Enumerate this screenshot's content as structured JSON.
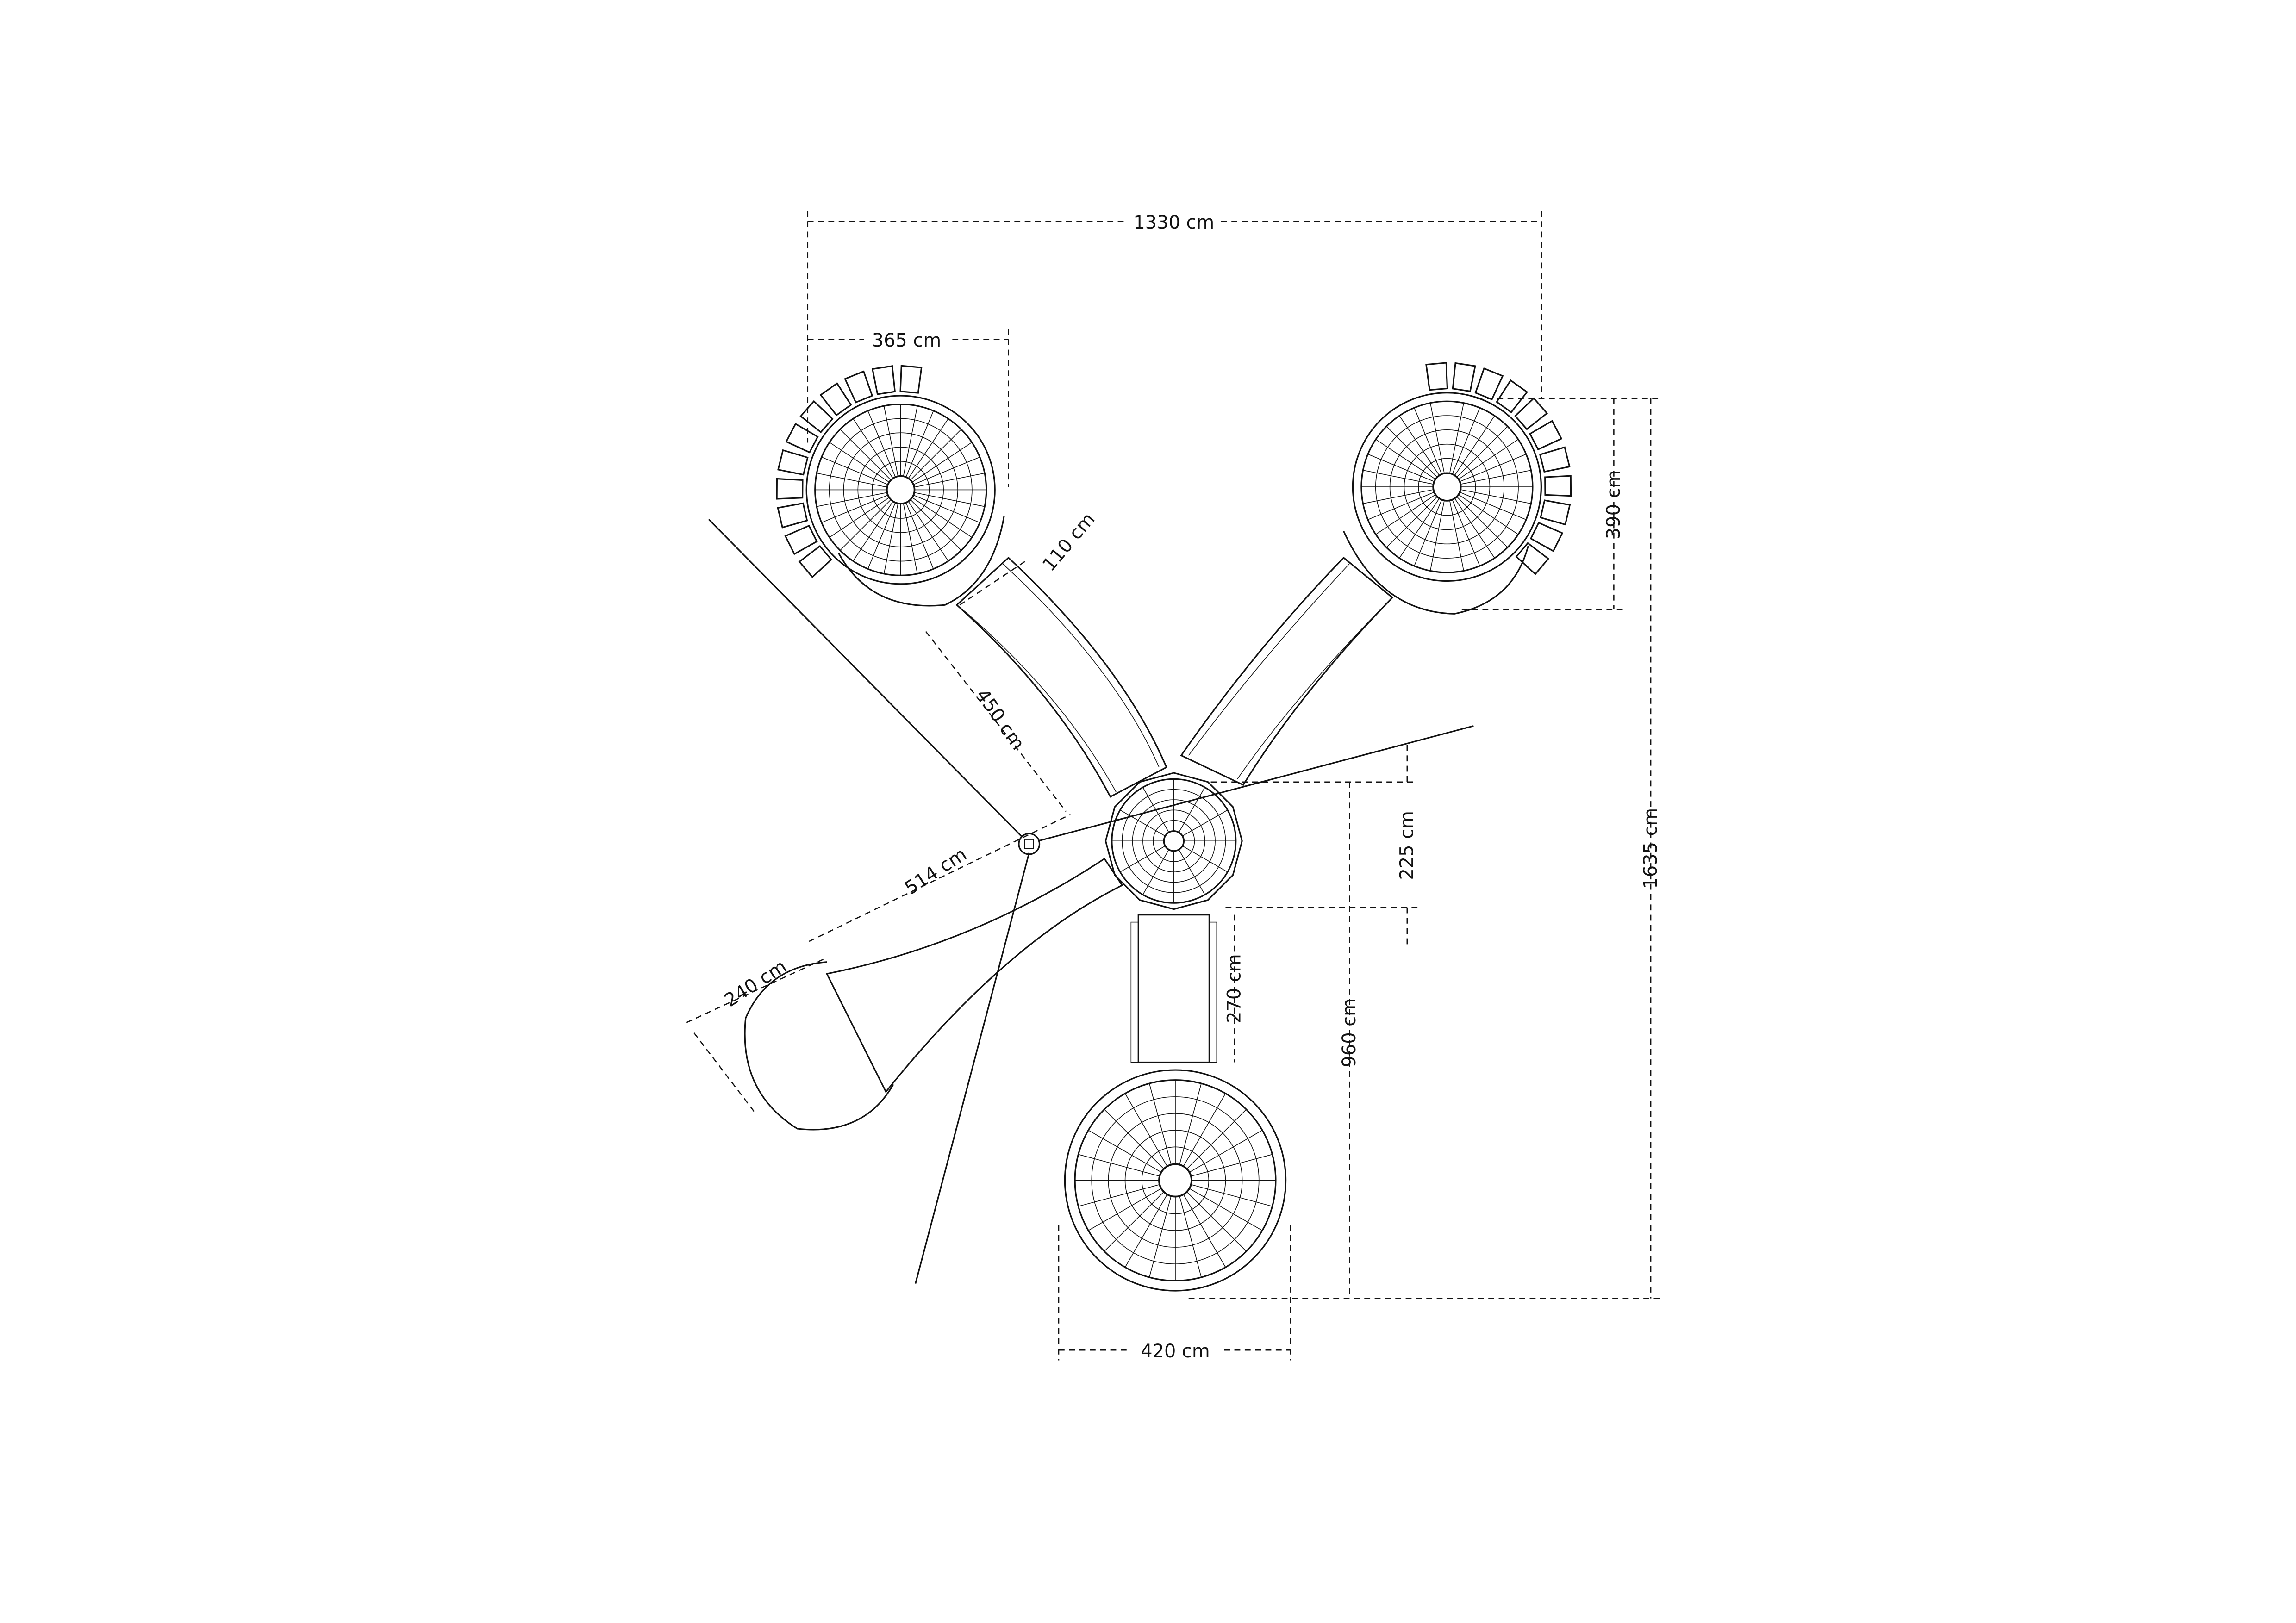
{
  "drawing": {
    "colors": {
      "line": "#111111",
      "background": "#ffffff"
    },
    "dimensions": {
      "overall_width": "1330 cm",
      "tower_left_width": "365 cm",
      "tower_right_height": "390 cm",
      "overall_height": "1635 cm",
      "hub_height": "225 cm",
      "hub_to_bottom": "960 cm",
      "bottom_slide_length": "270 cm",
      "bottom_tower_width": "420 cm",
      "slide_width": "110 cm",
      "slide_length": "450 cm",
      "climber_length": "514 cm",
      "climber_end_width": "240 cm"
    }
  }
}
